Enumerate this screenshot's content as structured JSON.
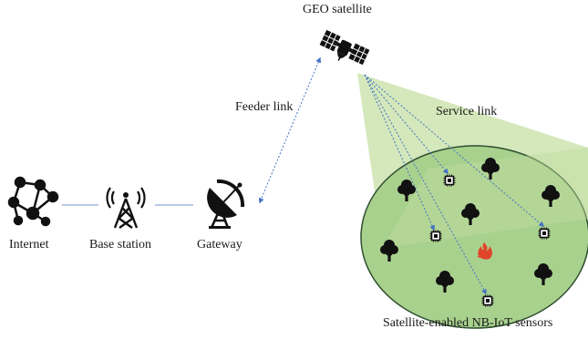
{
  "labels": {
    "geo_satellite": "GEO satellite",
    "feeder_link": "Feeder link",
    "service_link": "Service link",
    "internet": "Internet",
    "base_station": "Base station",
    "gateway": "Gateway",
    "sensors": "Satellite-enabled NB-IoT sensors"
  },
  "colors": {
    "beam": "#c5e0a5",
    "coverage_area": "#a9d18e",
    "coverage_border": "#2f4f2f",
    "link_line": "#4472c4",
    "ground_line": "#8fa9d8",
    "icon": "#111111",
    "fire": "#e0452a"
  },
  "icons": [
    "satellite-icon",
    "internet-network-icon",
    "base-station-tower-icon",
    "gateway-dish-icon",
    "tree-icon",
    "sensor-chip-icon",
    "fire-icon"
  ]
}
